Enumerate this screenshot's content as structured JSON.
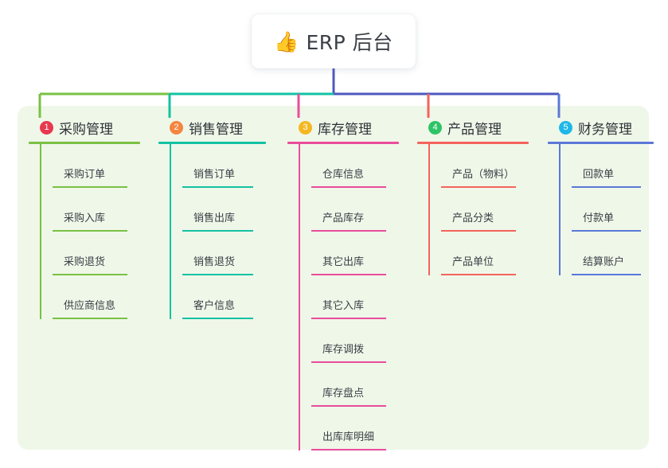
{
  "root": {
    "emoji": "👍",
    "emoji_name": "thumbs-up-icon",
    "title": "ERP 后台"
  },
  "palette": {
    "panel_bg": "#eff7e9",
    "page_bg": "#ffffff",
    "trunk": "#4e58bf",
    "text": "#3a3f45"
  },
  "branches": [
    {
      "number": "1",
      "title": "采购管理",
      "badge_color": "#e8384f",
      "line_color": "#7ac143",
      "items": [
        {
          "label": "采购订单"
        },
        {
          "label": "采购入库"
        },
        {
          "label": "采购退货"
        },
        {
          "label": "供应商信息"
        }
      ]
    },
    {
      "number": "2",
      "title": "销售管理",
      "badge_color": "#f5853f",
      "line_color": "#13c2a4",
      "items": [
        {
          "label": "销售订单"
        },
        {
          "label": "销售出库"
        },
        {
          "label": "销售退货"
        },
        {
          "label": "客户信息"
        }
      ]
    },
    {
      "number": "3",
      "title": "库存管理",
      "badge_color": "#f5b722",
      "line_color": "#ea4c9c",
      "items": [
        {
          "label": "仓库信息"
        },
        {
          "label": "产品库存"
        },
        {
          "label": "其它出库"
        },
        {
          "label": "其它入库"
        },
        {
          "label": "库存调拨"
        },
        {
          "label": "库存盘点"
        },
        {
          "label": "出库库明细"
        }
      ]
    },
    {
      "number": "4",
      "title": "产品管理",
      "badge_color": "#2ec466",
      "line_color": "#f4635c",
      "items": [
        {
          "label": "产品（物料）"
        },
        {
          "label": "产品分类"
        },
        {
          "label": "产品单位"
        }
      ]
    },
    {
      "number": "5",
      "title": "财务管理",
      "badge_color": "#1eb8e8",
      "line_color": "#5b78d8",
      "items": [
        {
          "label": "回款单"
        },
        {
          "label": "付款单"
        },
        {
          "label": "结算账户"
        }
      ]
    }
  ]
}
